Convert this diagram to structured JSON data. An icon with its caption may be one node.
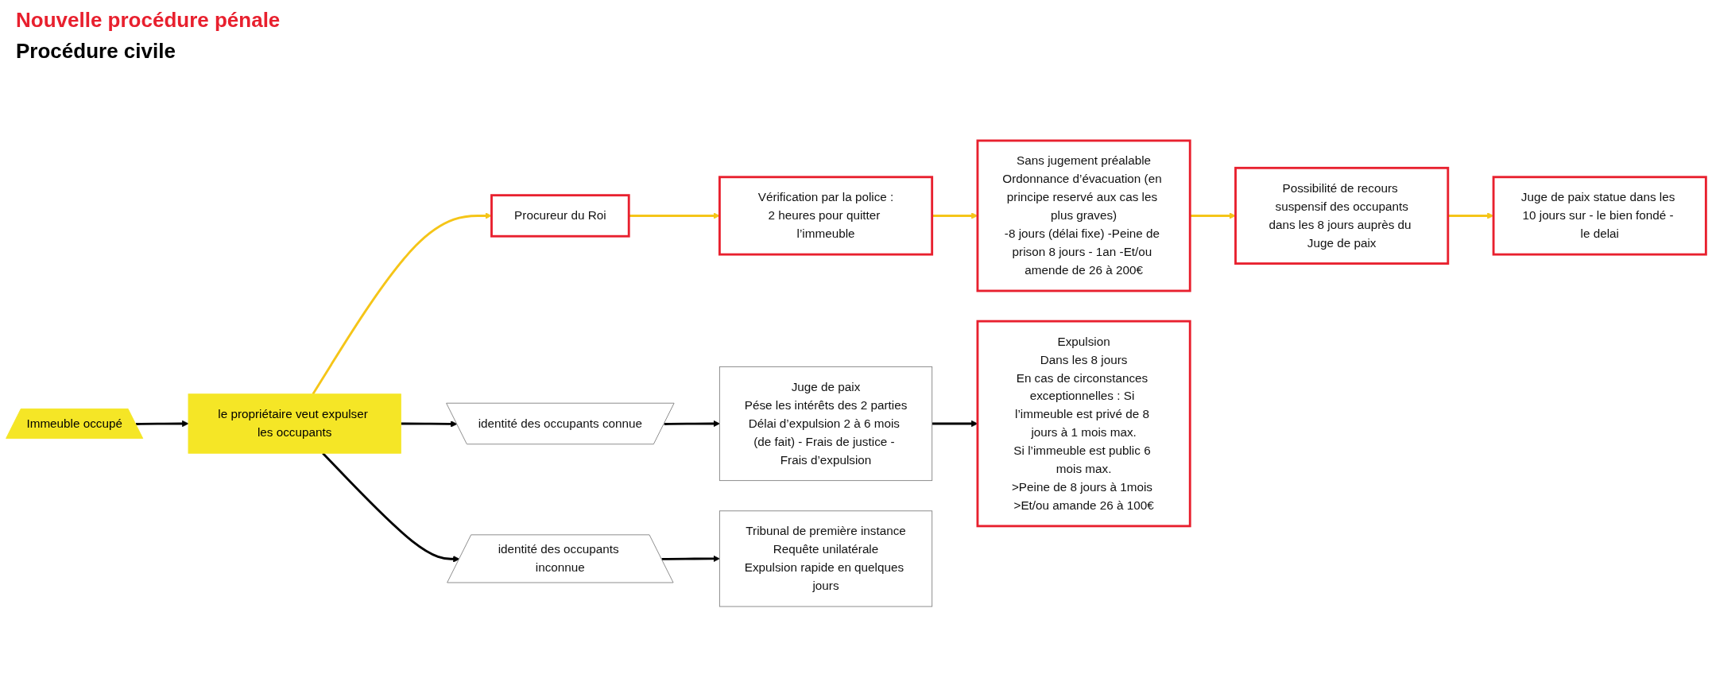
{
  "diagram": {
    "nodes": [
      {
        "text": [
          "Immeuble occupé"
        ]
      },
      {
        "text": [
          "le propriétaire veut expulser les occupants"
        ]
      },
      {
        "text": [
          "Procureur du Roi"
        ]
      },
      {
        "text": [
          "Vérification par la police :",
          "2 heures pour quitter l’immeuble"
        ]
      },
      {
        "text": [
          "Sans jugement préalable",
          "Ordonnance d’évacuation (en principe reservé aux cas les plus graves)",
          "-8 jours (délai fixe) -Peine de prison 8 jours - 1an -Et/ou amende de 26 à 200€"
        ]
      },
      {
        "text": [
          "Possibilité de recours suspensif des occupants",
          "dans les 8 jours auprès du Juge de paix"
        ]
      },
      {
        "text": [
          "Juge de paix statue dans les 10 jours sur - le bien fondé - le delai"
        ]
      },
      {
        "text": [
          "identité des occupants connue"
        ]
      },
      {
        "text": [
          "identité des occupants inconnue"
        ]
      },
      {
        "text": [
          "Juge de paix",
          "Pése les intérêts des 2 parties",
          "Délai d’expulsion 2 à 6 mois (de fait) - Frais de justice - Frais d’expulsion"
        ]
      },
      {
        "text": [
          "Tribunal de première instance",
          "Requête unilatérale",
          "Expulsion rapide en quelques jours"
        ]
      },
      {
        "text": [
          "Expulsion",
          "Dans les 8 jours",
          "En cas de circonstances exceptionnelles : Si l’immeuble est privé de 8 jours à 1 mois max.",
          "Si l’immeuble est public 6 mois max.",
          ">Peine de 8 jours à 1mois >Et/ou amande 26 à 100€"
        ]
      }
    ],
    "edges": [
      {
        "from": 0,
        "to": 1,
        "arrow": "to"
      },
      {
        "from": 1,
        "to": 2,
        "arrow": "to",
        "color": "#f5c518"
      },
      {
        "from": 2,
        "to": 3,
        "arrow": "to",
        "color": "#f5c518"
      },
      {
        "from": 3,
        "to": 4,
        "arrow": "to",
        "color": "#f5c518"
      },
      {
        "from": 4,
        "to": 5,
        "arrow": "to",
        "color": "#f5c518"
      },
      {
        "from": 5,
        "to": 6,
        "arrow": "to",
        "color": "#f5c518"
      },
      {
        "from": 1,
        "to": 7,
        "arrow": "to"
      },
      {
        "from": 1,
        "to": 8,
        "arrow": "to"
      },
      {
        "from": 7,
        "to": 9,
        "arrow": "to"
      },
      {
        "from": 8,
        "to": 10,
        "arrow": "to"
      },
      {
        "from": 9,
        "to": 11,
        "arrow": "to"
      }
    ],
    "labels": [
      "Nouvelle procédure pénale",
      "Procédure civile"
    ]
  }
}
